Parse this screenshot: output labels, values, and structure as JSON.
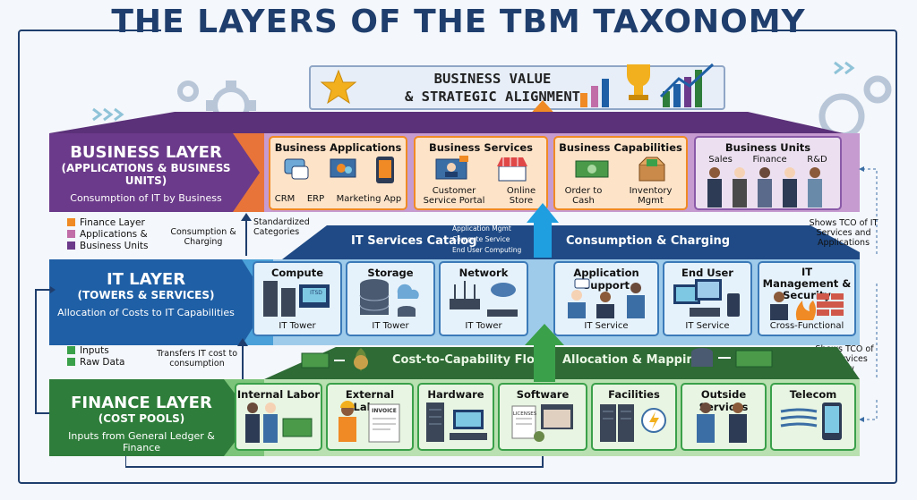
{
  "title": "THE LAYERS OF THE TBM TAXONOMY",
  "business_value": {
    "line1": "BUSINESS VALUE",
    "line2": "& STRATEGIC ALIGNMENT"
  },
  "business_layer": {
    "head": "BUSINESS LAYER",
    "sub": "(APPLICATIONS & BUSINESS UNITS)",
    "desc": "Consumption of IT by Business",
    "color": "#6b3a8a",
    "cards": [
      {
        "title": "Business Applications",
        "items": [
          "CRM",
          "ERP",
          "Marketing App"
        ]
      },
      {
        "title": "Business Services",
        "items": [
          "Customer Service Portal",
          "Online Store"
        ]
      },
      {
        "title": "Business Capabilities",
        "items": [
          "Order to Cash",
          "Inventory Mgmt"
        ]
      },
      {
        "title": "Business Units",
        "items": [
          "Sales",
          "Finance",
          "R&D"
        ]
      }
    ]
  },
  "it_layer": {
    "head": "IT LAYER",
    "sub": "(TOWERS & SERVICES)",
    "desc": "Allocation of Costs to IT Capabilities",
    "color": "#1f5fa5",
    "cards": [
      {
        "title": "Compute",
        "foot": "IT Tower"
      },
      {
        "title": "Storage",
        "foot": "IT Tower"
      },
      {
        "title": "Network",
        "foot": "IT Tower"
      },
      {
        "title": "Application Support",
        "foot": "IT Service"
      },
      {
        "title": "End User",
        "foot": "IT Service"
      },
      {
        "title": "IT Management & Security",
        "foot": "Cross-Functional"
      }
    ]
  },
  "finance_layer": {
    "head": "FINANCE LAYER",
    "sub": "(COST POOLS)",
    "desc": "Inputs from General Ledger & Finance",
    "color": "#2e7d3a",
    "cards": [
      "Internal Labor",
      "External Labor",
      "Hardware",
      "Software",
      "Facilities",
      "Outside Services",
      "Telecom"
    ]
  },
  "bands": {
    "it_catalog": "IT Services Catalog",
    "catalog_items": [
      "Application Mgmt",
      "Compute Service",
      "End User Computing"
    ],
    "consumption": "Consumption & Charging",
    "cost_flow": "Cost-to-Capability Flow",
    "allocation": "Allocation & Mapping"
  },
  "notes": {
    "standardized": "Standardized Categories",
    "consumption_charging": "Consumption & Charging",
    "transfers": "Transfers IT cost to consumption",
    "tco_apps": "Shows TCO of IT Services and Applications",
    "tco_services": "Shows TCO of IT Services Flow"
  },
  "legend_top": [
    {
      "label": "Finance Layer",
      "color": "#f08a24"
    },
    {
      "label": "Applications &",
      "color": "#c06da8"
    },
    {
      "label": "Business Units",
      "color": "#6b3a8a"
    }
  ],
  "legend_bottom": [
    {
      "label": "Inputs",
      "color": "#3aa04a"
    },
    {
      "label": "Raw Data",
      "color": "#3aa04a"
    }
  ],
  "ticket_label": "ITSD",
  "invoice_label": "INVOICE",
  "license_label": "LICENSES"
}
